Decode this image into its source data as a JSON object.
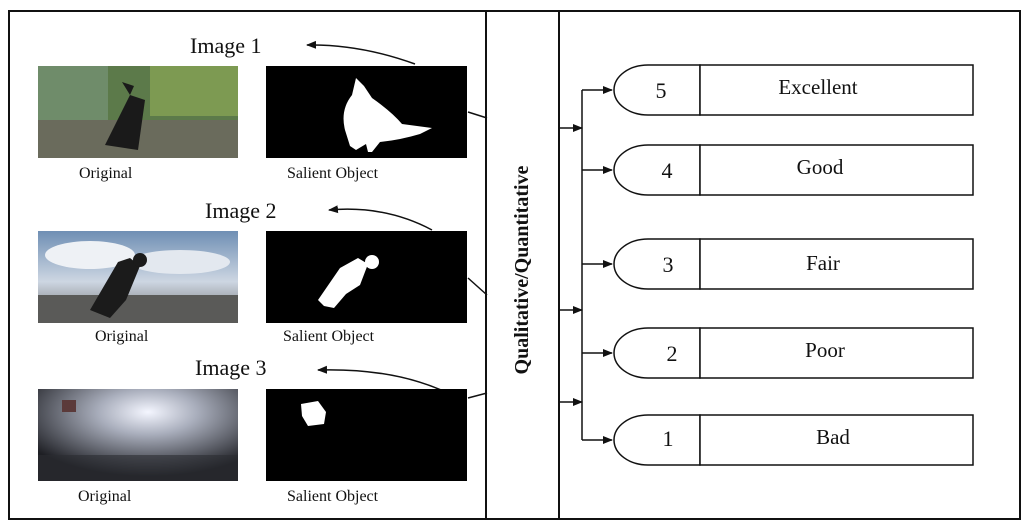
{
  "vertical_title": "Qualitative/Quantitative",
  "images": [
    {
      "title": "Image 1",
      "original_caption": "Original",
      "salient_caption": "Salient Object"
    },
    {
      "title": "Image 2",
      "original_caption": "Original",
      "salient_caption": "Salient Object"
    },
    {
      "title": "Image 3",
      "original_caption": "Original",
      "salient_caption": "Salient Object"
    }
  ],
  "grades": [
    {
      "number": "5",
      "label": "Excellent"
    },
    {
      "number": "4",
      "label": "Good"
    },
    {
      "number": "3",
      "label": "Fair"
    },
    {
      "number": "2",
      "label": "Poor"
    },
    {
      "number": "1",
      "label": "Bad"
    }
  ]
}
